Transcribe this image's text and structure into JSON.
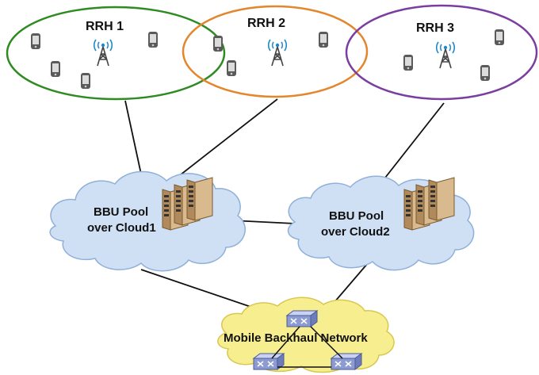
{
  "diagram": {
    "rrh_cells": [
      {
        "label": "RRH 1",
        "color": "#2e8b22"
      },
      {
        "label": "RRH 2",
        "color": "#e3862c"
      },
      {
        "label": "RRH 3",
        "color": "#7a3ea0"
      }
    ],
    "bbu_pools": [
      {
        "line1": "BBU Pool",
        "line2": "over Cloud1"
      },
      {
        "line1": "BBU Pool",
        "line2": "over Cloud2"
      }
    ],
    "backhaul": {
      "label": "Mobile Backhaul Network"
    },
    "colors": {
      "cloud_blue": "#cfe0f5",
      "cloud_yellow": "#f6ee8f",
      "link": "#111111",
      "switch": "#8c9bd0"
    },
    "icons": [
      "mobile-phone-icon",
      "cell-tower-icon",
      "server-stack-icon",
      "network-switch-icon"
    ]
  }
}
